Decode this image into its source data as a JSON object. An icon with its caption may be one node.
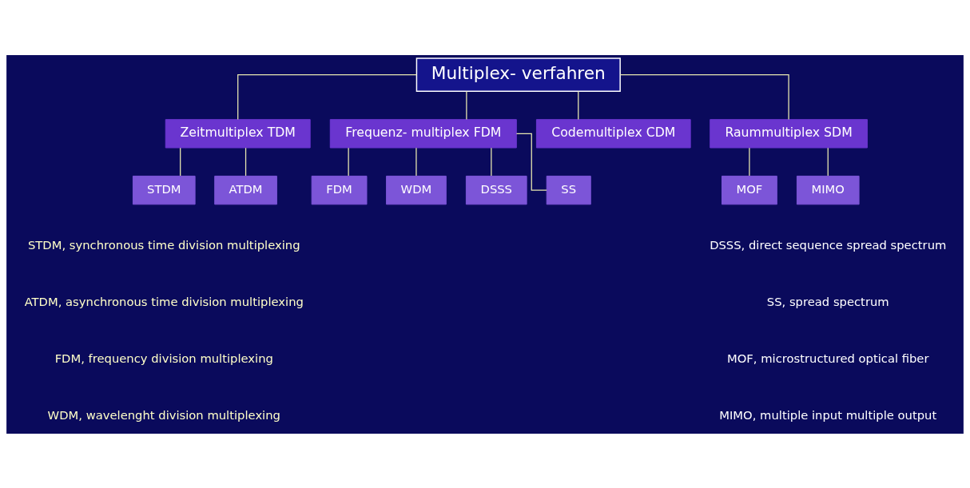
{
  "diagram": {
    "nodes": [
      {
        "text": [
          "Multiplex- verfahren"
        ]
      },
      {
        "text": [
          "Zeitmultiplex TDM"
        ]
      },
      {
        "text": [
          "Frequenz- multiplex FDM"
        ]
      },
      {
        "text": [
          "Codemultiplex CDM"
        ]
      },
      {
        "text": [
          "Raummultiplex SDM"
        ]
      },
      {
        "text": [
          "STDM"
        ]
      },
      {
        "text": [
          "ATDM"
        ]
      },
      {
        "text": [
          "FDM"
        ]
      },
      {
        "text": [
          "WDM"
        ]
      },
      {
        "text": [
          "DSSS"
        ]
      },
      {
        "text": [
          "SS"
        ]
      },
      {
        "text": [
          "MOF"
        ]
      },
      {
        "text": [
          "MIMO"
        ]
      }
    ],
    "edges": [
      {
        "from": 0,
        "to": 1,
        "arrow": "none"
      },
      {
        "from": 0,
        "to": 2,
        "arrow": "none"
      },
      {
        "from": 0,
        "to": 3,
        "arrow": "none"
      },
      {
        "from": 0,
        "to": 4,
        "arrow": "none"
      },
      {
        "from": 1,
        "to": 5,
        "arrow": "none"
      },
      {
        "from": 1,
        "to": 6,
        "arrow": "none"
      },
      {
        "from": 2,
        "to": 7,
        "arrow": "none"
      },
      {
        "from": 2,
        "to": 8,
        "arrow": "none"
      },
      {
        "from": 2,
        "to": 9,
        "arrow": "none"
      },
      {
        "from": 2,
        "to": 10,
        "arrow": "none"
      },
      {
        "from": 4,
        "to": 11,
        "arrow": "none"
      },
      {
        "from": 4,
        "to": 12,
        "arrow": "none"
      }
    ],
    "labels": [
      "STDM, synchronous time division multiplexing",
      "ATDM, asynchronous time division multiplexing",
      "FDM, frequency division multiplexing",
      "WDM, wavelenght division multiplexing",
      "DSSS, direct sequence spread spectrum",
      "SS, spread spectrum",
      "MOF, microstructured optical fiber",
      "MIMO, multiple input multiple output"
    ]
  }
}
